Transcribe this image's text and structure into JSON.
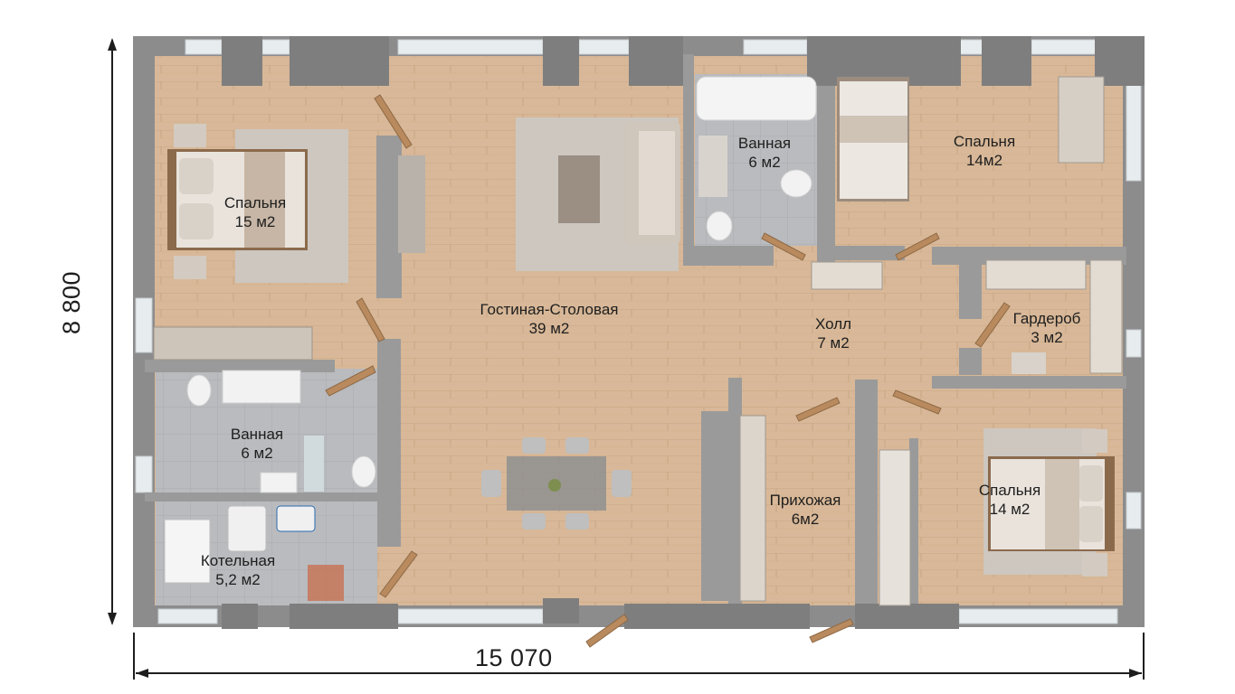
{
  "rooms": {
    "bedroom_left": {
      "name": "Спальня",
      "area": "15 м2"
    },
    "bathroom_top": {
      "name": "Ванная",
      "area": "6 м2"
    },
    "bedroom_top_right": {
      "name": "Спальня",
      "area": "14м2"
    },
    "living_dining": {
      "name": "Гостиная-Столовая",
      "area": "39 м2"
    },
    "hall": {
      "name": "Холл",
      "area": "7 м2"
    },
    "wardrobe": {
      "name": "Гардероб",
      "area": "3 м2"
    },
    "bathroom_left": {
      "name": "Ванная",
      "area": "6 м2"
    },
    "hallway": {
      "name": "Прихожая",
      "area": "6м2"
    },
    "bedroom_bottom_right": {
      "name": "Спальня",
      "area": "14 м2"
    },
    "boiler_room": {
      "name": "Котельная",
      "area": "5,2 м2"
    }
  },
  "dimensions": {
    "width": "15 070",
    "height": "8 800"
  },
  "colors": {
    "wall": "#8c8c8c",
    "floor": "#d9b999",
    "tile": "#bfc0c2",
    "furniture": "#e3dcd3"
  }
}
